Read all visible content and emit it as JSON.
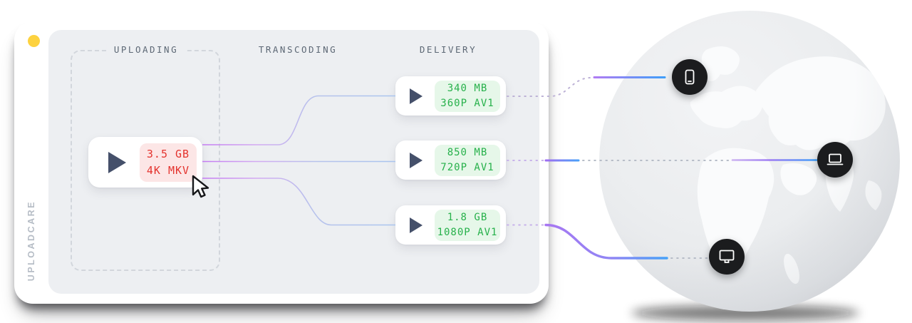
{
  "brand": {
    "name": "UPLOADCARE"
  },
  "window": {
    "traffic_light_color": "#fdd23f"
  },
  "pipeline": {
    "stages": [
      {
        "label": "UPLOADING"
      },
      {
        "label": "TRANSCODING"
      },
      {
        "label": "DELIVERY"
      }
    ],
    "source": {
      "size": "3.5 GB",
      "format": "4K MKV",
      "icon": "play-icon"
    },
    "outputs": [
      {
        "size": "340 MB",
        "format": "360P AV1",
        "icon": "play-icon",
        "device": "smartphone"
      },
      {
        "size": "850 MB",
        "format": "720P AV1",
        "icon": "play-icon",
        "device": "laptop"
      },
      {
        "size": "1.8 GB",
        "format": "1080P AV1",
        "icon": "play-icon",
        "device": "desktop-monitor"
      }
    ]
  },
  "devices": [
    {
      "name": "smartphone"
    },
    {
      "name": "laptop"
    },
    {
      "name": "desktop-monitor"
    }
  ],
  "colors": {
    "accent_purple": "#a06ef2",
    "accent_blue": "#3f9ef9",
    "badge_red_bg": "#fce6e6",
    "badge_red_text": "#e4332e",
    "badge_green_bg": "#e6f7e9",
    "badge_green_text": "#27b14b",
    "panel_bg": "#edeff2",
    "device_circle": "#1b1c1e",
    "brand_text": "#b6bdc6"
  }
}
